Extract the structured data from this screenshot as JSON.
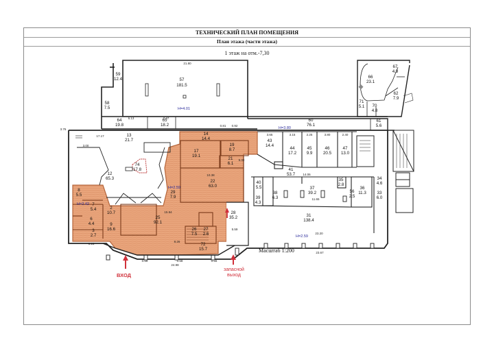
{
  "header": {
    "title": "ТЕХНИЧЕСКИЙ ПЛАН ПОМЕЩЕНИЯ",
    "subtitle": "План этажа (части этажа)",
    "floor_label": "1 этаж на отм.-7,30"
  },
  "footer": {
    "scale": "Масштаб 1:200"
  },
  "entrances": {
    "main": "ВХОД",
    "emergency_line1": "запасной",
    "emergency_line2": "выход"
  },
  "colors": {
    "highlight": "#e8a176",
    "highlight_stroke": "#b5653a",
    "wall": "#222222",
    "height_text": "#2a2a9a",
    "arrow": "#d0303a",
    "frame": "#8a8a8a"
  },
  "heights": [
    "Н=4.01",
    "Н=3.80",
    "Н=2.59",
    "Н=2.59",
    "Н=2.42"
  ],
  "rooms": [
    {
      "num": "57",
      "area": "181.5"
    },
    {
      "num": "59",
      "area": "12.4"
    },
    {
      "num": "58",
      "area": "7.5"
    },
    {
      "num": "64",
      "area": "19.8"
    },
    {
      "num": "65",
      "area": "18.2"
    },
    {
      "num": "60",
      "area": "76.1"
    },
    {
      "num": "61",
      "area": "5.6"
    },
    {
      "num": "66",
      "area": "23.1"
    },
    {
      "num": "67",
      "area": "4.9"
    },
    {
      "num": "62",
      "area": "7.9"
    },
    {
      "num": "71",
      "area": "5.1"
    },
    {
      "num": "70",
      "area": "4.8"
    },
    {
      "num": "13",
      "area": "21.7"
    },
    {
      "num": "12",
      "area": "65.3"
    },
    {
      "num": "74",
      "area": "17.8"
    },
    {
      "num": "14",
      "area": "14.4"
    },
    {
      "num": "17",
      "area": "19.1"
    },
    {
      "num": "19",
      "area": "8.7"
    },
    {
      "num": "21",
      "area": "6.1"
    },
    {
      "num": "22",
      "area": "63.0"
    },
    {
      "num": "43",
      "area": "14.4"
    },
    {
      "num": "44",
      "area": "17.2"
    },
    {
      "num": "45",
      "area": "9.9"
    },
    {
      "num": "46",
      "area": "20.5"
    },
    {
      "num": "47",
      "area": "13.0"
    },
    {
      "num": "41",
      "area": "53.7"
    },
    {
      "num": "40",
      "area": "5.5"
    },
    {
      "num": "39",
      "area": "4.3"
    },
    {
      "num": "38",
      "area": "6.3"
    },
    {
      "num": "37",
      "area": "39.2"
    },
    {
      "num": "35",
      "area": "2.8"
    },
    {
      "num": "36",
      "area": "11.3"
    },
    {
      "num": "56",
      "area": "2.5"
    },
    {
      "num": "34",
      "area": "4.6"
    },
    {
      "num": "33",
      "area": "6.0"
    },
    {
      "num": "31",
      "area": "138.4"
    },
    {
      "num": "28",
      "area": "35.2"
    },
    {
      "num": "8",
      "area": "5.5"
    },
    {
      "num": "7",
      "area": "5.4"
    },
    {
      "num": "2",
      "area": "10.7"
    },
    {
      "num": "9",
      "area": "16.6"
    },
    {
      "num": "6",
      "area": "4.4"
    },
    {
      "num": "3",
      "area": "2.7"
    },
    {
      "num": "25",
      "area": "92.1"
    },
    {
      "num": "29",
      "area": "7.9"
    },
    {
      "num": "26",
      "area": "7.5"
    },
    {
      "num": "27",
      "area": "2.6"
    },
    {
      "num": "72",
      "area": "15.7"
    }
  ],
  "dimensions": {
    "top_57": "21.80",
    "bottom_left": "24.98",
    "bottom_right": "23.67",
    "side_left": "3.76",
    "d_8_15": "8.15",
    "d_0_58a": "0.58",
    "d_0_58b": "0.58",
    "d_0_56": "0.56",
    "d_6_13": "6.13",
    "d_7_47": "7.47",
    "d_0_81": "0.81",
    "d_0_92": "0.92",
    "d_17_17": "17.17",
    "d_3_00": "3.00",
    "d_10_38": "10.38",
    "d_15_94": "15.94",
    "d_14_06": "14.06",
    "d_23_20": "23.20",
    "d_11_65": "11.65",
    "d_5_32": "5.32",
    "d_5_59": "5.59",
    "d_8_26": "8.26",
    "d_3_65": "3.65",
    "d_3_15": "3.15",
    "d_2_25": "2.25",
    "d_3_80": "3.80",
    "d_2_40": "2.40"
  }
}
